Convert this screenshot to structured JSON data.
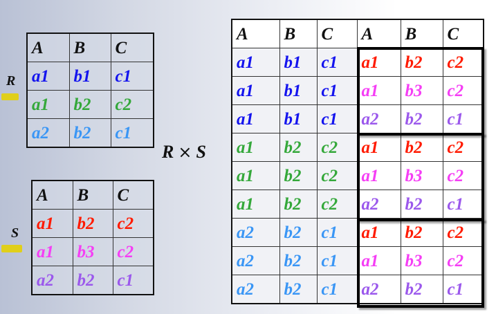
{
  "colors": {
    "blue": "#1414ee",
    "green": "#34a83a",
    "light_blue": "#3a96f5",
    "red": "#ff1a00",
    "magenta": "#f53ef5",
    "purple": "#9b58ec",
    "highlight": "#e0cf1a"
  },
  "relation_r": {
    "label": "R",
    "headers": [
      "A",
      "B",
      "C"
    ],
    "rows": [
      {
        "cells": [
          "a1",
          "b1",
          "c1"
        ],
        "color": "#1414ee"
      },
      {
        "cells": [
          "a1",
          "b2",
          "c2"
        ],
        "color": "#34a83a"
      },
      {
        "cells": [
          "a2",
          "b2",
          "c1"
        ],
        "color": "#3a96f5"
      }
    ]
  },
  "relation_s": {
    "label": "S",
    "headers": [
      "A",
      "B",
      "C"
    ],
    "rows": [
      {
        "cells": [
          "a1",
          "b2",
          "c2"
        ],
        "color": "#ff1a00"
      },
      {
        "cells": [
          "a1",
          "b3",
          "c2"
        ],
        "color": "#f53ef5"
      },
      {
        "cells": [
          "a2",
          "b2",
          "c1"
        ],
        "color": "#9b58ec"
      }
    ]
  },
  "product": {
    "label_left": "R",
    "operator": "×",
    "label_right": "S",
    "headers": [
      "A",
      "B",
      "C",
      "A",
      "B",
      "C"
    ],
    "rows": [
      {
        "r": [
          "a1",
          "b1",
          "c1"
        ],
        "r_color": "#1414ee",
        "s": [
          "a1",
          "b2",
          "c2"
        ],
        "s_color": "#ff1a00"
      },
      {
        "r": [
          "a1",
          "b1",
          "c1"
        ],
        "r_color": "#1414ee",
        "s": [
          "a1",
          "b3",
          "c2"
        ],
        "s_color": "#f53ef5"
      },
      {
        "r": [
          "a1",
          "b1",
          "c1"
        ],
        "r_color": "#1414ee",
        "s": [
          "a2",
          "b2",
          "c1"
        ],
        "s_color": "#9b58ec"
      },
      {
        "r": [
          "a1",
          "b2",
          "c2"
        ],
        "r_color": "#34a83a",
        "s": [
          "a1",
          "b2",
          "c2"
        ],
        "s_color": "#ff1a00"
      },
      {
        "r": [
          "a1",
          "b2",
          "c2"
        ],
        "r_color": "#34a83a",
        "s": [
          "a1",
          "b3",
          "c2"
        ],
        "s_color": "#f53ef5"
      },
      {
        "r": [
          "a1",
          "b2",
          "c2"
        ],
        "r_color": "#34a83a",
        "s": [
          "a2",
          "b2",
          "c1"
        ],
        "s_color": "#9b58ec"
      },
      {
        "r": [
          "a2",
          "b2",
          "c1"
        ],
        "r_color": "#3a96f5",
        "s": [
          "a1",
          "b2",
          "c2"
        ],
        "s_color": "#ff1a00"
      },
      {
        "r": [
          "a2",
          "b2",
          "c1"
        ],
        "r_color": "#3a96f5",
        "s": [
          "a1",
          "b3",
          "c2"
        ],
        "s_color": "#f53ef5"
      },
      {
        "r": [
          "a2",
          "b2",
          "c1"
        ],
        "r_color": "#3a96f5",
        "s": [
          "a2",
          "b2",
          "c1"
        ],
        "s_color": "#9b58ec"
      }
    ]
  }
}
